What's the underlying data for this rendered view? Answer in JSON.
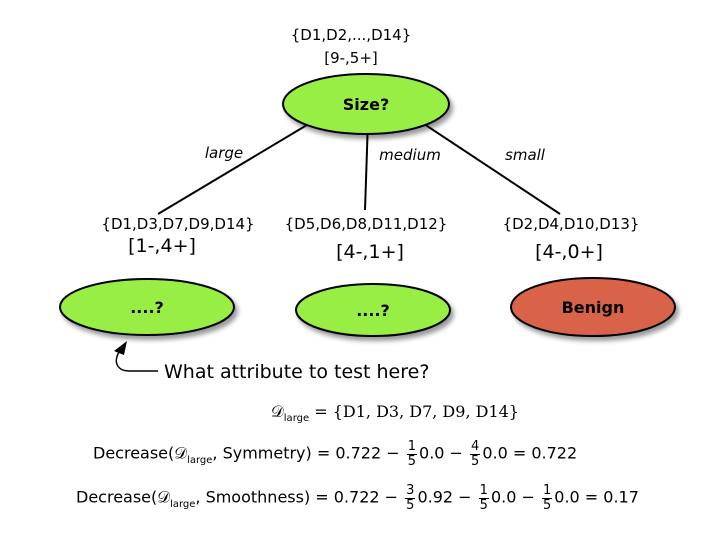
{
  "root": {
    "set": "{D1,D2,...,D14}",
    "counts": "[9-,5+]",
    "label": "Size?",
    "color": "#99ee44"
  },
  "branches": {
    "large": "large",
    "medium": "medium",
    "small": "small"
  },
  "children": [
    {
      "set": "{D1,D3,D7,D9,D14}",
      "counts": "[1-,4+]",
      "label": "....?",
      "color": "#99ee44"
    },
    {
      "set": "{D5,D6,D8,D11,D12}",
      "counts": "[4-,1+]",
      "label": "....?",
      "color": "#99ee44"
    },
    {
      "set": "{D2,D4,D10,D13}",
      "counts": "[4-,0+]",
      "label": "Benign",
      "color": "#d9644a"
    }
  ],
  "question": "What attribute to test here?",
  "equations": {
    "dlarge": {
      "symbol": "𝒟",
      "sub": "large",
      "rhs": "= {D1, D3, D7, D9, D14}"
    },
    "symmetry": {
      "prefix": "Decrease(",
      "symbol": "𝒟",
      "sub": "large",
      "attr": ", Symmetry) = 0.722 −",
      "f1_num": "1",
      "f1_den": "5",
      "v1": "0.0 −",
      "f2_num": "4",
      "f2_den": "5",
      "v2": "0.0 = 0.722"
    },
    "smoothness": {
      "prefix": "Decrease(",
      "symbol": "𝒟",
      "sub": "large",
      "attr": ", Smoothness) = 0.722 −",
      "f1_num": "3",
      "f1_den": "5",
      "v1": "0.92 −",
      "f2_num": "1",
      "f2_den": "5",
      "v2": "0.0 −",
      "f3_num": "1",
      "f3_den": "5",
      "v3": "0.0 = 0.17"
    }
  }
}
